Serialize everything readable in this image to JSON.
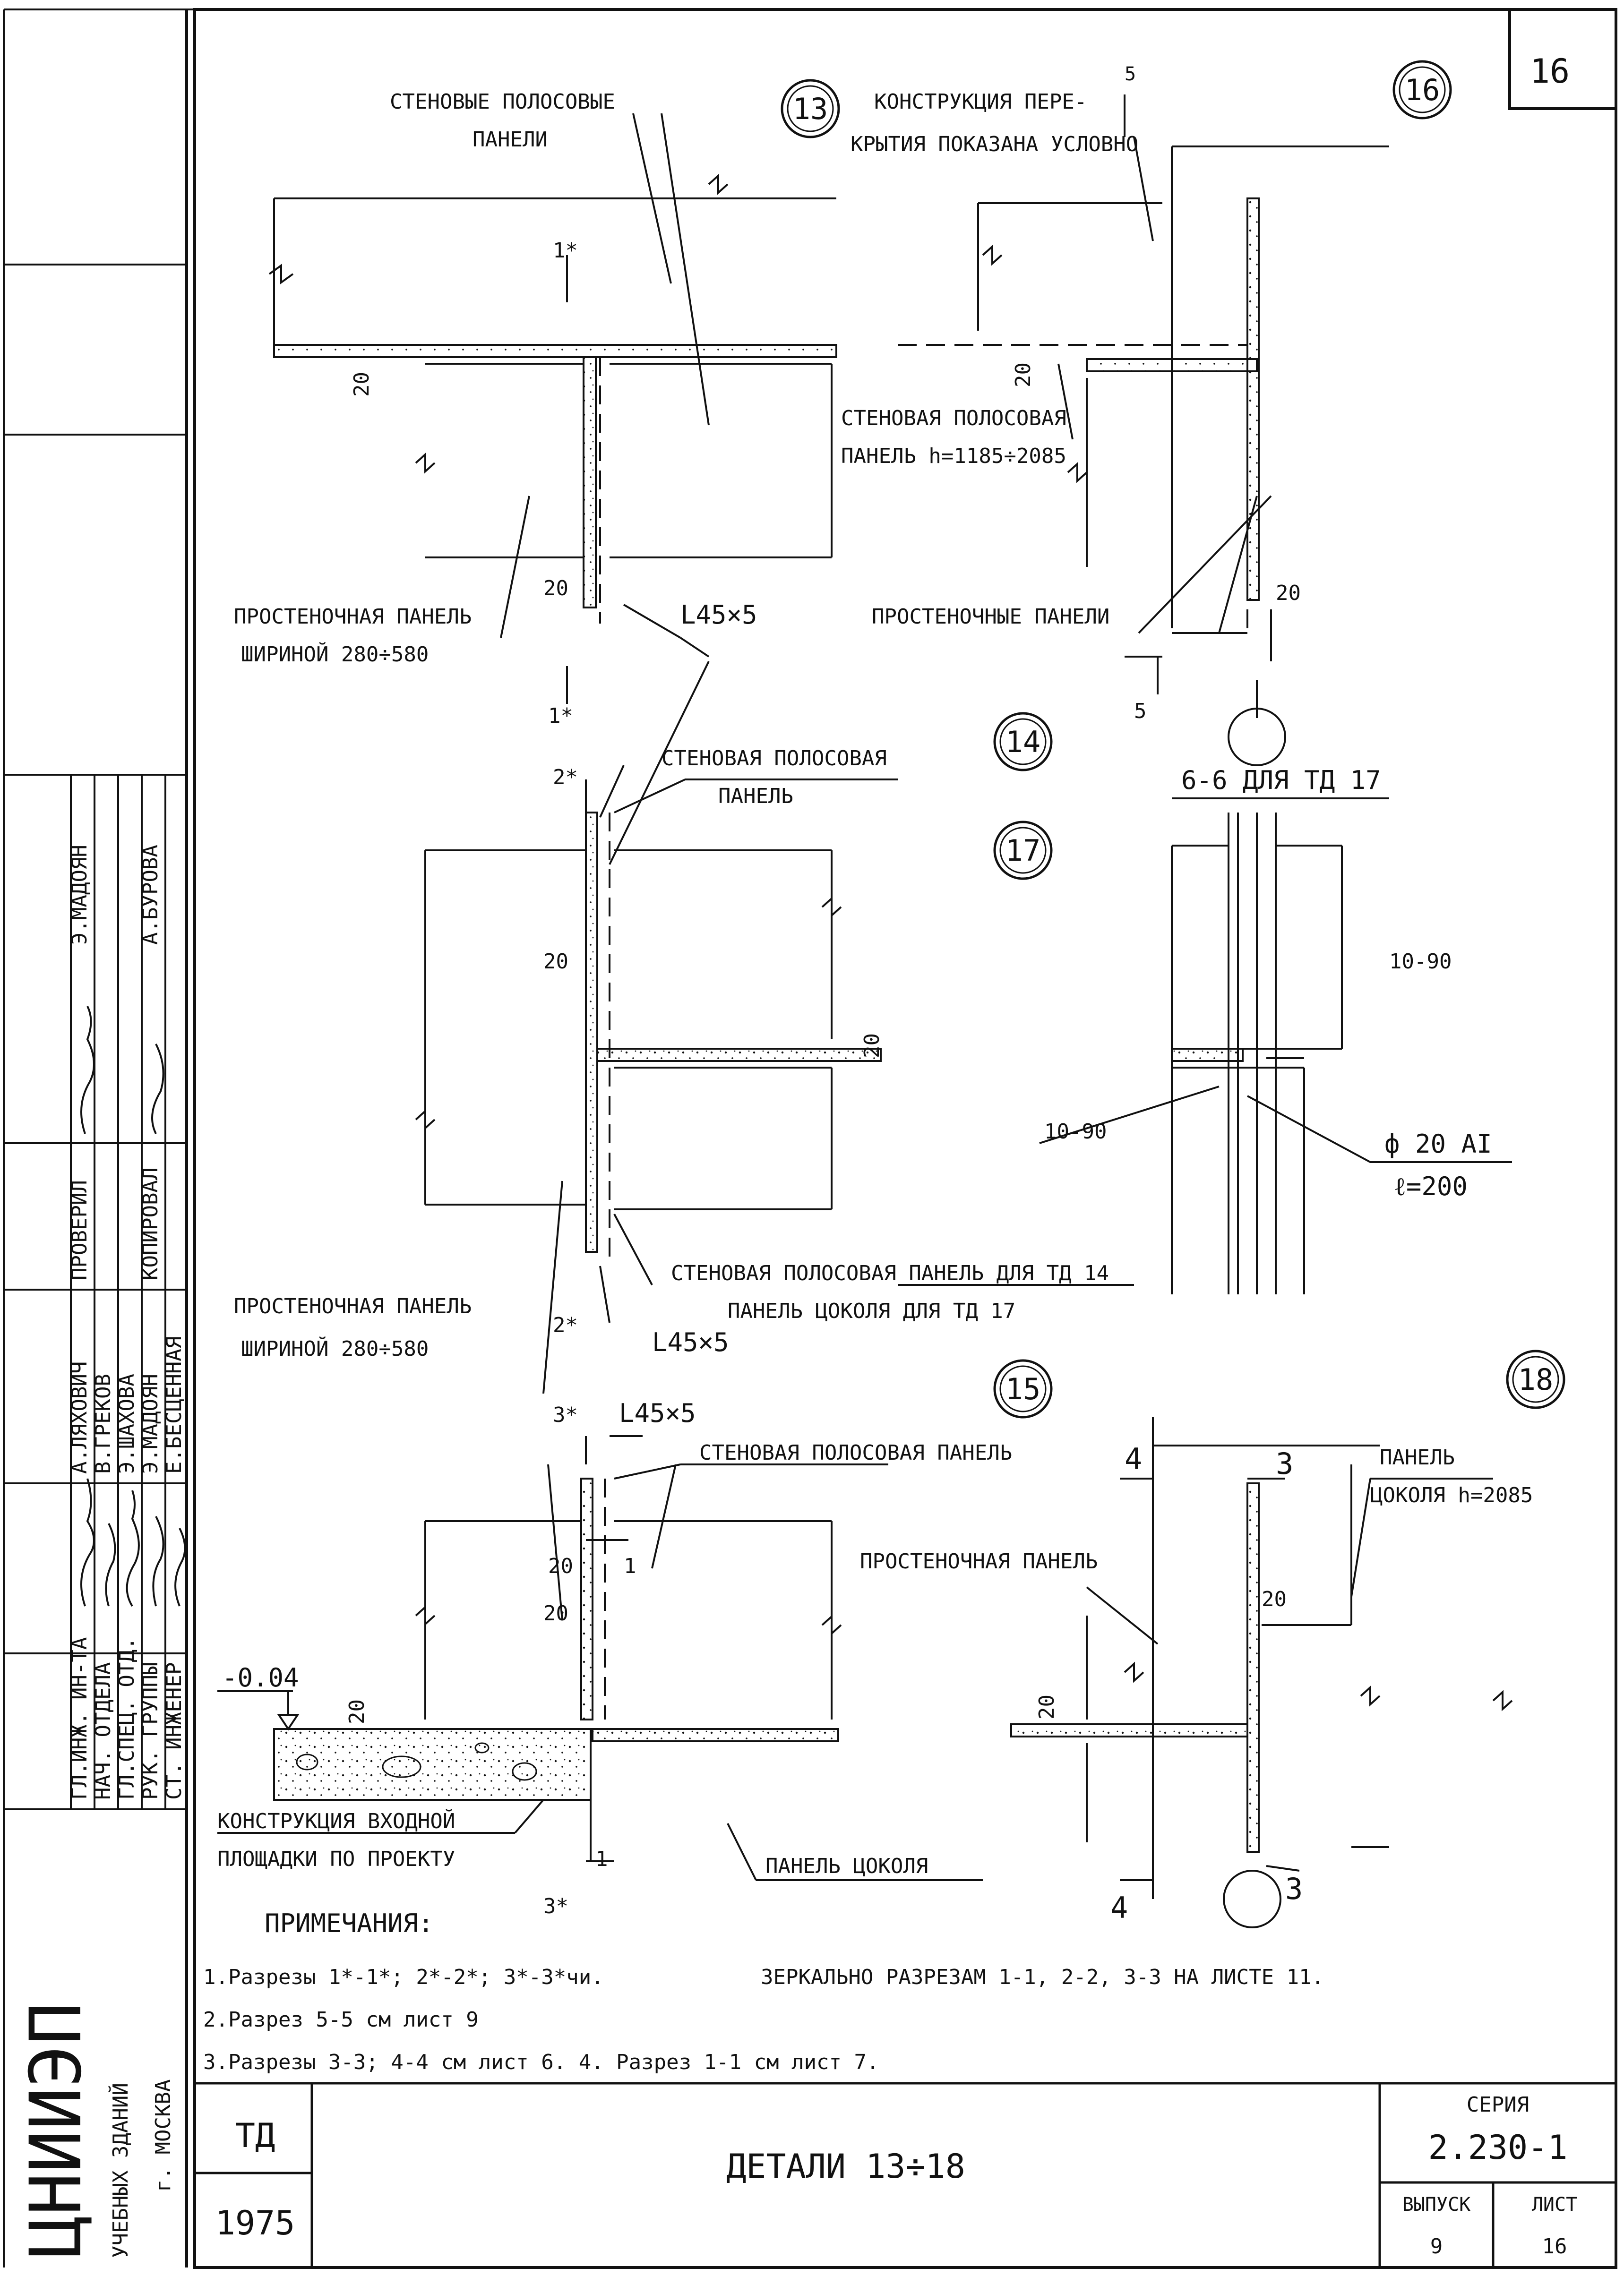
{
  "sheet_number": "16",
  "details": {
    "d13": {
      "marker": "13",
      "labels": [
        "СТЕНОВЫЕ ПОЛОСОВЫЕ",
        "ПАНЕЛИ"
      ],
      "section_mark": "1*",
      "dims": [
        "20",
        "20"
      ],
      "partition_panel": [
        "ПРОСТЕНОЧНАЯ ПАНЕЛЬ",
        "ШИРИНОЙ 280÷580"
      ],
      "angle": "L45×5"
    },
    "d16": {
      "marker": "16",
      "labels": [
        "КОНСТРУКЦИЯ ПЕРЕ-",
        "КРЫТИЯ ПОКАЗАНА УСЛОВНО"
      ],
      "section_mark": "5",
      "dims": [
        "20",
        "20"
      ],
      "strip_panel": [
        "СТЕНОВАЯ ПОЛОСОВАЯ",
        "ПАНЕЛЬ h=1185÷2085"
      ],
      "partition_panels": "ПРОСТЕНОЧНЫЕ ПАНЕЛИ"
    },
    "d14_17": {
      "markers": [
        "14",
        "17"
      ],
      "label": [
        "СТЕНОВАЯ ПОЛОСОВАЯ",
        "ПАНЕЛЬ"
      ],
      "section_mark": "2*",
      "dims": [
        "20",
        "20"
      ],
      "partition_panel": [
        "ПРОСТЕНОЧНАЯ ПАНЕЛЬ",
        "ШИРИНОЙ 280÷580"
      ],
      "callout": [
        "СТЕНОВАЯ ПОЛОСОВАЯ ПАНЕЛЬ ДЛЯ ТД 14",
        "ПАНЕЛЬ ЦОКОЛЯ ДЛЯ ТД 17"
      ],
      "angle": "L45×5"
    },
    "section_66": {
      "title": "6-6  ДЛЯ ТД 17",
      "dims": [
        "10-90",
        "10-90"
      ],
      "rebar": [
        "ф 20 АI",
        "ℓ=200"
      ]
    },
    "d15": {
      "marker": "15",
      "section_marks": [
        "3*",
        "1",
        "3*",
        "1"
      ],
      "angle": "L45×5",
      "label": "СТЕНОВАЯ ПОЛОСОВАЯ ПАНЕЛЬ",
      "level": "-0.04",
      "dims": [
        "20",
        "20",
        "20"
      ],
      "platform": [
        "КОНСТРУКЦИЯ ВХОДНОЙ",
        "ПЛОЩАДКИ ПО ПРОЕКТУ"
      ],
      "base_panel": "ПАНЕЛЬ ЦОКОЛЯ"
    },
    "d18": {
      "marker": "18",
      "section_marks": [
        "4",
        "3",
        "4",
        "3"
      ],
      "plinth_panel": [
        "ПАНЕЛЬ",
        "ЦОКОЛЯ h=2085"
      ],
      "partition_panel": "ПРОСТЕНОЧНАЯ ПАНЕЛЬ",
      "dims": [
        "20",
        "20"
      ]
    }
  },
  "notes": {
    "title": "ПРИМЕЧАНИЯ:",
    "lines": [
      "1.Разрезы 1*-1*; 2*-2*; 3*-3*чи.",
      "ЗЕРКАЛЬНО РАЗРЕЗАМ 1-1, 2-2, 3-3 НА ЛИСТЕ 11.",
      "2.Разрез 5-5 см лист 9",
      "3.Разрезы 3-3; 4-4 см лист 6.  4. Разрез 1-1 см лист 7."
    ]
  },
  "title_block": {
    "org": "ЦНИИЭП",
    "org_sub": [
      "УЧЕБНЫХ ЗДАНИЙ",
      "г. МОСКВА"
    ],
    "roles": [
      "ГЛ.ИНЖ. ИН-ТА",
      "НАЧ. ОТДЕЛА",
      "ГЛ.СПЕЦ. ОТД.",
      "РУК. ГРУППЫ",
      "СТ. ИНЖЕНЕР"
    ],
    "names": [
      "А.ЛЯХОВИЧ",
      "В.ГРЕКОВ",
      "Э.ШАХОВА",
      "Э.МАДОЯН",
      "Е.БЕСЦЕННАЯ"
    ],
    "roles2": [
      "ПРОВЕРИЛ",
      "КОПИРОВАЛ"
    ],
    "names2": [
      "Э.МАДОЯН",
      "А.БУРОВА"
    ],
    "code": "ТД",
    "year": "1975",
    "title": "ДЕТАЛИ 13÷18",
    "series_label": "СЕРИЯ",
    "series": "2.230-1",
    "issue_label": "ВЫПУСК",
    "issue": "9",
    "sheet_label": "ЛИСТ",
    "sheet": "16"
  }
}
